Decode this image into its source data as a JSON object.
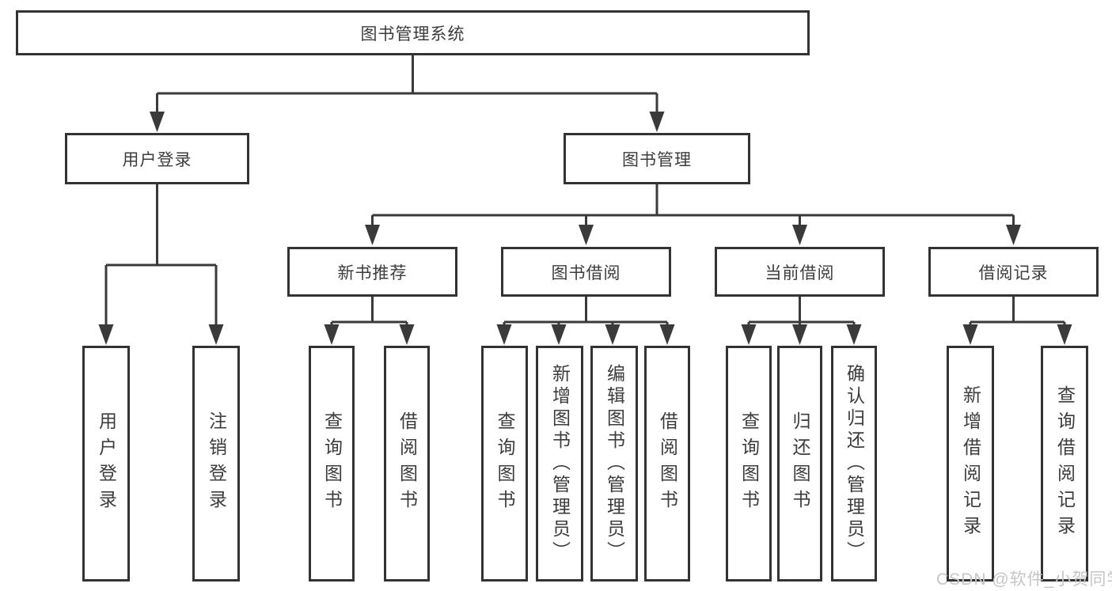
{
  "nodes": {
    "root": {
      "label": "图书管理系统"
    },
    "user_login": {
      "label": "用户登录"
    },
    "book_mgmt": {
      "label": "图书管理"
    },
    "new_books": {
      "label": "新书推荐"
    },
    "book_borrow": {
      "label": "图书借阅"
    },
    "current_borrow": {
      "label": "当前借阅"
    },
    "borrow_records": {
      "label": "借阅记录"
    },
    "a1": {
      "label": "用户登录"
    },
    "a2": {
      "label": "注销登录"
    },
    "b1": {
      "label": "查询图书"
    },
    "b2": {
      "label": "借阅图书"
    },
    "c1": {
      "label": "查询图书"
    },
    "c2": {
      "label": "新增图书（管理员）"
    },
    "c3": {
      "label": "编辑图书（管理员）"
    },
    "c4": {
      "label": "借阅图书"
    },
    "d1": {
      "label": "查询图书"
    },
    "d2": {
      "label": "归还图书"
    },
    "d3": {
      "label": "确认归还（管理员）"
    },
    "e1": {
      "label": "新增借阅记录"
    },
    "e2": {
      "label": "查询借阅记录"
    }
  },
  "structure": {
    "root": "图书管理系统",
    "children": [
      {
        "label": "用户登录",
        "children": [
          "用户登录",
          "注销登录"
        ]
      },
      {
        "label": "图书管理",
        "children": [
          {
            "label": "新书推荐",
            "children": [
              "查询图书",
              "借阅图书"
            ]
          },
          {
            "label": "图书借阅",
            "children": [
              "查询图书",
              "新增图书（管理员）",
              "编辑图书（管理员）",
              "借阅图书"
            ]
          },
          {
            "label": "当前借阅",
            "children": [
              "查询图书",
              "归还图书",
              "确认归还（管理员）"
            ]
          },
          {
            "label": "借阅记录",
            "children": [
              "新增借阅记录",
              "查询借阅记录"
            ]
          }
        ]
      }
    ]
  },
  "watermark": {
    "text": "CSDN @软件_小贺同学"
  },
  "colors": {
    "line": "#3a3a3a",
    "border": "#333333",
    "text": "#3c3c3c",
    "background": "#ffffff",
    "watermark": "#c6c6c6"
  }
}
